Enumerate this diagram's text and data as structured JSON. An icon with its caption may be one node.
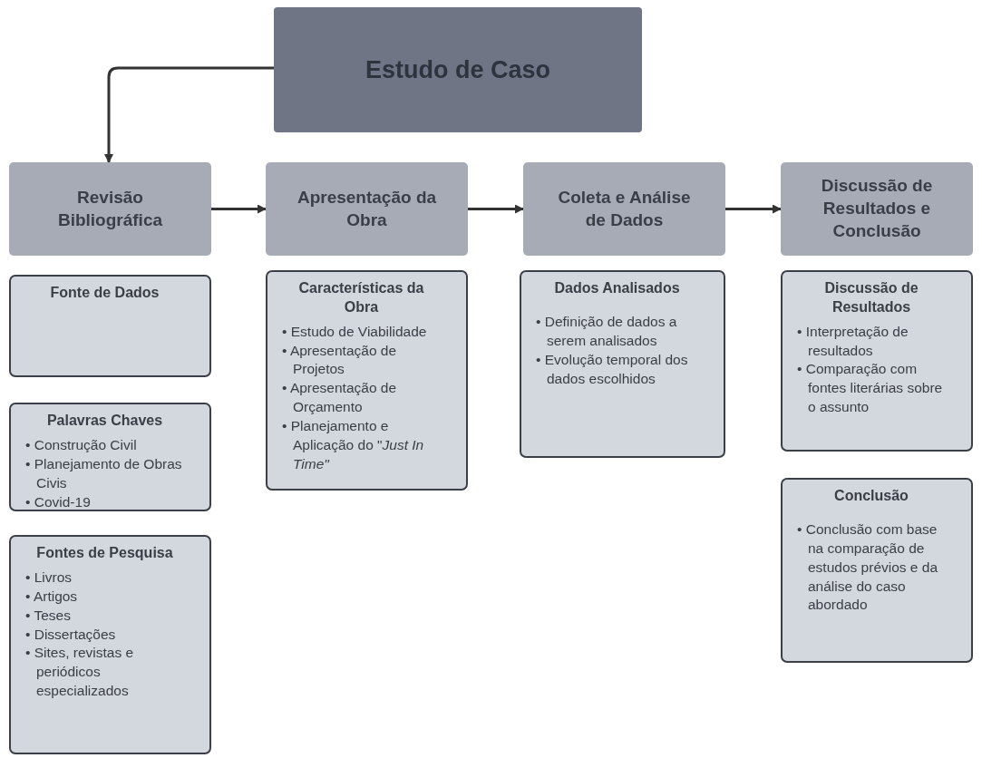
{
  "diagram": {
    "nodes": [
      {
        "text": [
          "Estudo de Caso"
        ]
      },
      {
        "text": [
          "Revisão Bibliográfica"
        ]
      },
      {
        "text": [
          "Apresentação da Obra"
        ]
      },
      {
        "text": [
          "Coleta e Análise de Dados"
        ]
      },
      {
        "text": [
          "Discussão de Resultados e Conclusão"
        ]
      },
      {
        "text": [
          "Fonte de Dados"
        ]
      },
      {
        "text": [
          "Palavras Chaves",
          "• Construção Civil",
          "• Planejamento de Obras Civis",
          "• Covid-19"
        ]
      },
      {
        "text": [
          "Fontes de Pesquisa",
          "• Livros",
          "• Artigos",
          "• Teses",
          "• Dissertações",
          "• Sites, revistas e periódicos especializados"
        ]
      },
      {
        "text": [
          "Características da Obra",
          "• Estudo de Viabilidade",
          "• Apresentação de Projetos",
          "• Apresentação de Orçamento",
          "• Planejamento e Aplicação do \"*Just In Time\"*"
        ]
      },
      {
        "text": [
          "Dados Analisados",
          "• Definição de dados a serem analisados",
          "• Evolução temporal dos dados escolhidos"
        ]
      },
      {
        "text": [
          "Discussão de Resultados",
          "• Interpretação de resultados",
          "• Comparação com fontes literárias sobre o assunto"
        ]
      },
      {
        "text": [
          "Conclusão",
          "• Conclusão com base na comparação de estudos prévios e da análise do caso abordado"
        ]
      }
    ],
    "edges": [
      {
        "from": 0,
        "to": 1,
        "arrow": "to"
      },
      {
        "from": 1,
        "to": 2,
        "arrow": "to"
      },
      {
        "from": 2,
        "to": 3,
        "arrow": "to"
      },
      {
        "from": 3,
        "to": 4,
        "arrow": "to"
      }
    ]
  }
}
